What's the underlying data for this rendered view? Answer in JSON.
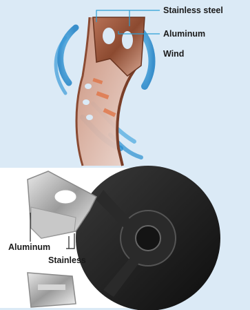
{
  "top_figure": {
    "labels": {
      "stainless_steel": "Stainless steel",
      "aluminum": "Aluminum",
      "wind": "Wind"
    }
  },
  "bottom_figure": {
    "labels": {
      "aluminum": "Aluminum",
      "stainless": "Stainless"
    }
  },
  "colors": {
    "background": "#dbeaf6",
    "leader_line": "#2a9fd6",
    "rotor_copper": "#9a5a3c",
    "wind_blue": "#2a8fd0",
    "caliper_black": "#1c1c1c"
  }
}
